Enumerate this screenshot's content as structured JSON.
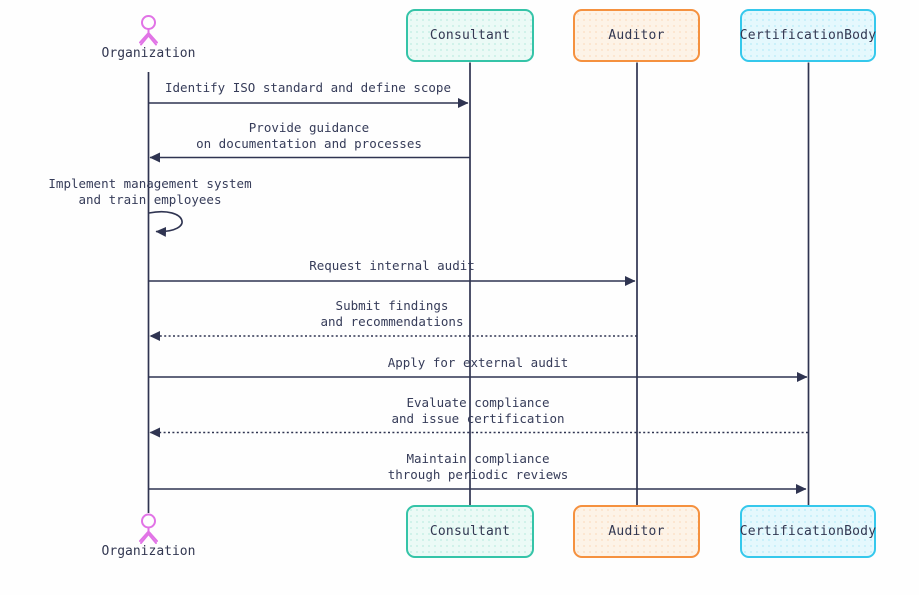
{
  "diagram": {
    "type_label": "sequence-diagram",
    "colors": {
      "line": "#2f3451",
      "text": "#363c59",
      "actor_figure": "#e173e6",
      "consultant_border": "#35c4a8",
      "consultant_fill": "#ebfaf6",
      "auditor_border": "#f5913f",
      "auditor_fill": "#fdf3e7",
      "certification_border": "#35c8ec",
      "certification_fill": "#e5f8fd"
    },
    "actor": {
      "label": "Organization"
    },
    "participants": [
      {
        "label": "Consultant"
      },
      {
        "label": "Auditor"
      },
      {
        "label": "CertificationBody"
      }
    ],
    "messages": [
      {
        "from": "Organization",
        "to": "Consultant",
        "style": "solid",
        "line1": "Identify ISO standard and define scope"
      },
      {
        "from": "Consultant",
        "to": "Organization",
        "style": "solid",
        "line1": "Provide guidance",
        "line2": "on documentation and processes"
      },
      {
        "from": "Organization",
        "to": "Organization",
        "style": "self-loop",
        "line1": "Implement management system",
        "line2": "and train employees"
      },
      {
        "from": "Organization",
        "to": "Auditor",
        "style": "solid",
        "line1": "Request internal audit"
      },
      {
        "from": "Auditor",
        "to": "Organization",
        "style": "dotted",
        "line1": "Submit findings",
        "line2": "and recommendations"
      },
      {
        "from": "Organization",
        "to": "CertificationBody",
        "style": "solid",
        "line1": "Apply for external audit"
      },
      {
        "from": "CertificationBody",
        "to": "Organization",
        "style": "dotted",
        "line1": "Evaluate compliance",
        "line2": "and issue certification"
      },
      {
        "from": "Organization",
        "to": "CertificationBody",
        "style": "solid",
        "line1": "Maintain compliance",
        "line2": "through periodic reviews"
      }
    ]
  }
}
